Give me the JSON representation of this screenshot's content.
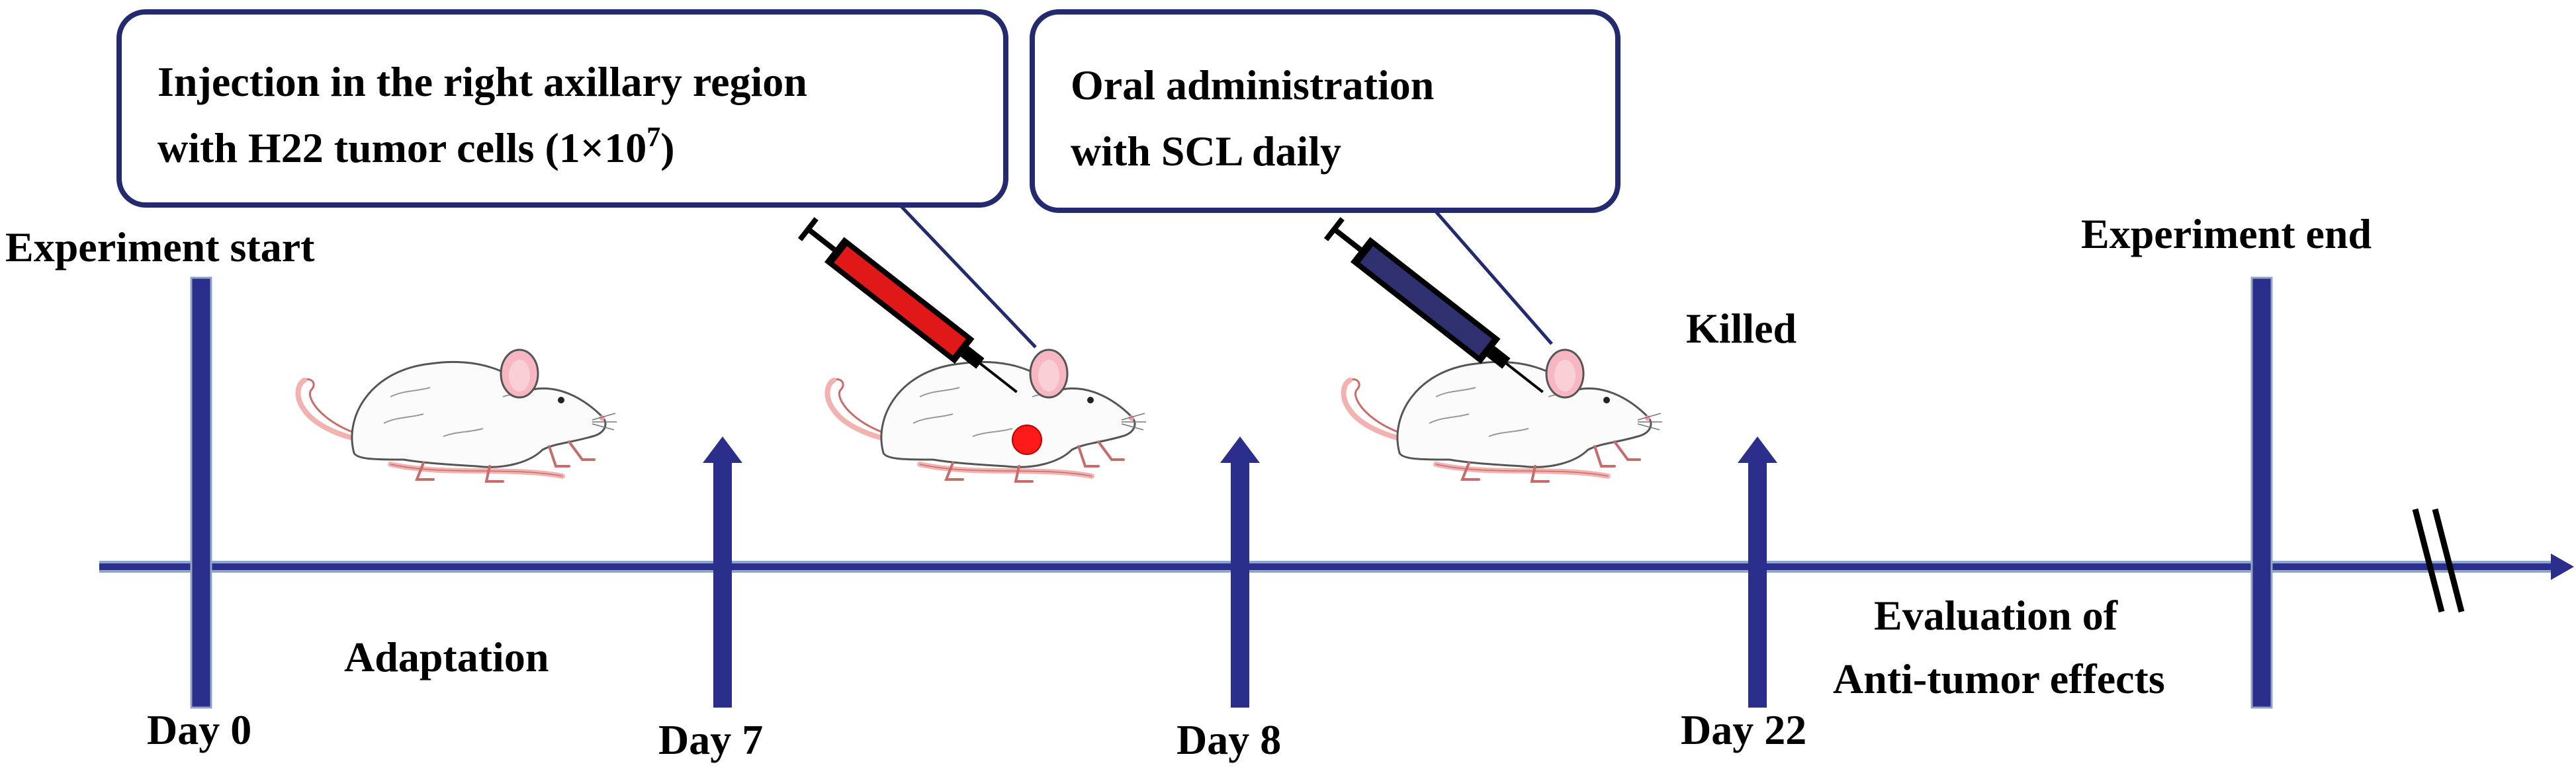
{
  "callouts": {
    "injection": {
      "line1": "Injection in the right axillary region",
      "line2": "with H22 tumor cells (1×10",
      "superscript": "7",
      "close": ")"
    },
    "oral": {
      "line1": "Oral administration",
      "line2": "with SCL daily"
    }
  },
  "labels": {
    "experiment_start": "Experiment start",
    "experiment_end": "Experiment end",
    "killed": "Killed",
    "adaptation": "Adaptation",
    "evaluation_line1": "Evaluation of",
    "evaluation_line2": "Anti-tumor effects"
  },
  "timepoints": [
    "Day 0",
    "Day 7",
    "Day 8",
    "Day 22"
  ],
  "colors": {
    "timeline": "#2b2e8a",
    "axis_edge": "#8fa7c4",
    "callout_border": "#232a6e",
    "injection_syringe": "#e01818",
    "oral_syringe": "#2f3070",
    "tumor": "#ff1a1a",
    "mouse_tail": "#f1b2b0",
    "mouse_ear": "#f6b7c2"
  },
  "icons": [
    "mouse",
    "syringe",
    "up-arrow",
    "break-mark"
  ]
}
